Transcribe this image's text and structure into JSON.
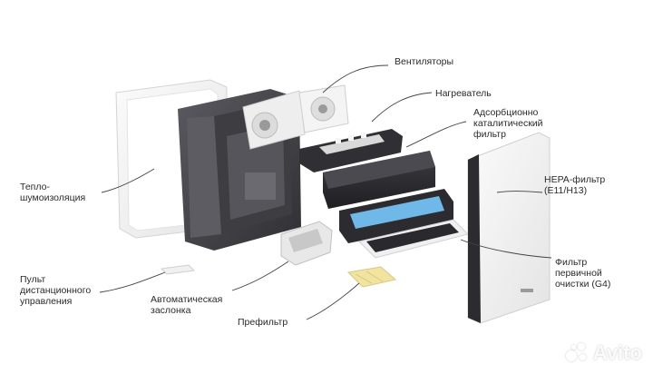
{
  "labels": {
    "ventilators": "Вентиляторы",
    "heater": "Нагреватель",
    "adsorption_filter": "Адсорбционно\nкаталитический\nфильтр",
    "hepa_filter": "HEPA-фильтр\n(E11/H13)",
    "primary_filter": "Фильтр\nпервичной\nочистки (G4)",
    "insulation": "Тепло-\nшумоизоляция",
    "remote": "Пульт\nдистанционного\nуправления",
    "damper": "Автоматическая\nзаслонка",
    "prefilter": "Префильтр"
  },
  "watermark": {
    "text": "Avito"
  },
  "colors": {
    "shell": "#f2f2f2",
    "body_dark": "#4a4a50",
    "body_darker": "#2e2e33",
    "hepa_blue": "#6fb8e8",
    "prefilter_yellow": "#f1e3a0",
    "line": "#444444"
  }
}
